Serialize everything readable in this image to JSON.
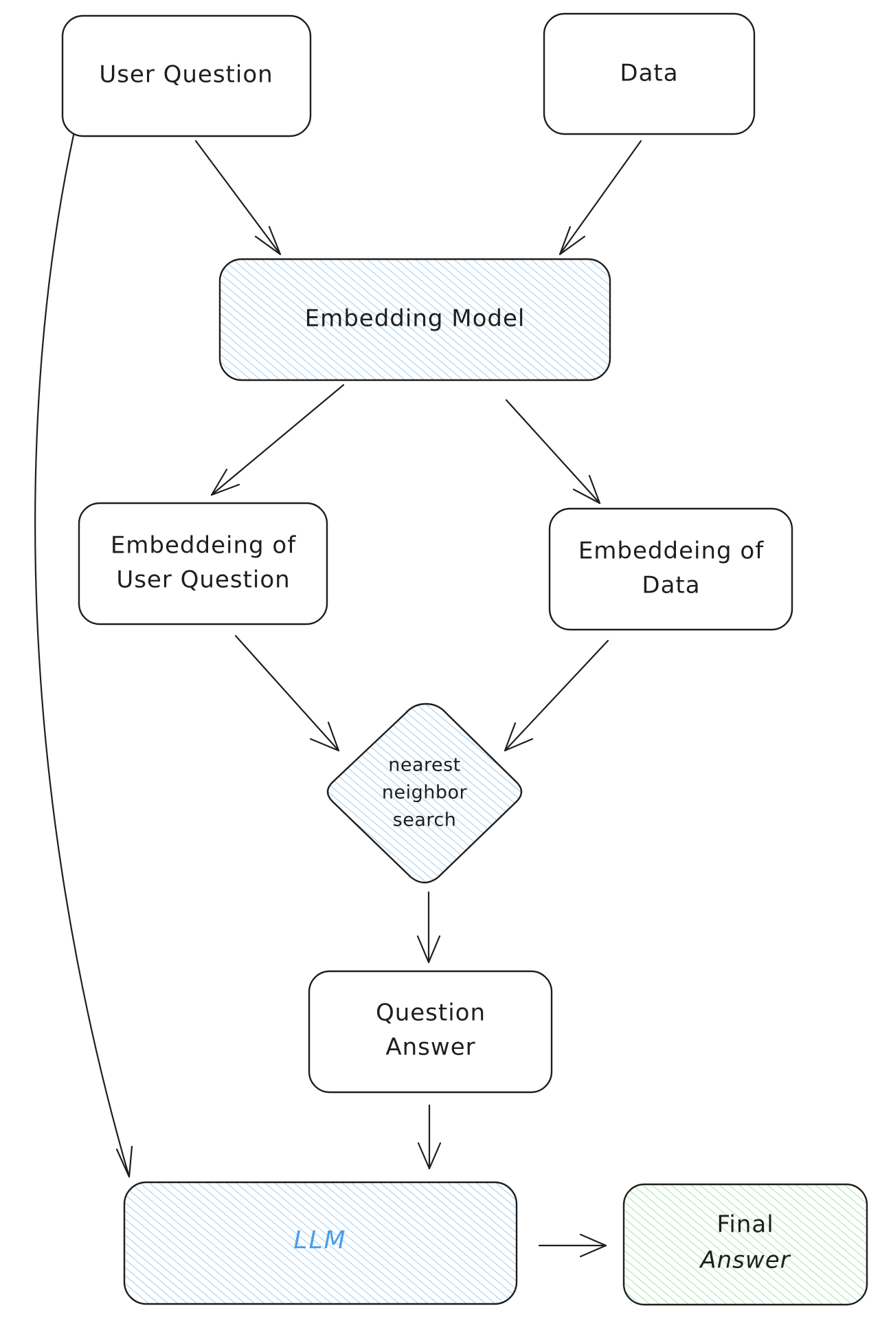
{
  "nodes": {
    "user_question": {
      "label": "User Question"
    },
    "data": {
      "label": "Data"
    },
    "embedding_model": {
      "label": "Embedding Model"
    },
    "embedding_user_question": {
      "line1": "Embeddeing of",
      "line2": "User Question"
    },
    "embedding_data": {
      "line1": "Embeddeing of",
      "line2": "Data"
    },
    "nearest_neighbor": {
      "line1": "nearest",
      "line2": "neighbor",
      "line3": "search"
    },
    "question_answer": {
      "line1": "Question",
      "line2": "Answer"
    },
    "llm": {
      "label": "LLM"
    },
    "final_answer": {
      "line1": "Final",
      "line2": "Answer"
    }
  },
  "colors": {
    "stroke": "#1e1e1e",
    "blue_hatch": "#a5d0f2",
    "green_hatch": "#a8e6b5",
    "llm_text": "#4a9fe8"
  },
  "edges": [
    {
      "from": "User Question",
      "to": "Embedding Model"
    },
    {
      "from": "Data",
      "to": "Embedding Model"
    },
    {
      "from": "Embedding Model",
      "to": "Embeddeing of User Question"
    },
    {
      "from": "Embedding Model",
      "to": "Embeddeing of Data"
    },
    {
      "from": "Embeddeing of User Question",
      "to": "nearest neighbor search"
    },
    {
      "from": "Embeddeing of Data",
      "to": "nearest neighbor search"
    },
    {
      "from": "nearest neighbor search",
      "to": "Question Answer"
    },
    {
      "from": "Question Answer",
      "to": "LLM"
    },
    {
      "from": "User Question",
      "to": "LLM"
    },
    {
      "from": "LLM",
      "to": "Final Answer"
    }
  ]
}
